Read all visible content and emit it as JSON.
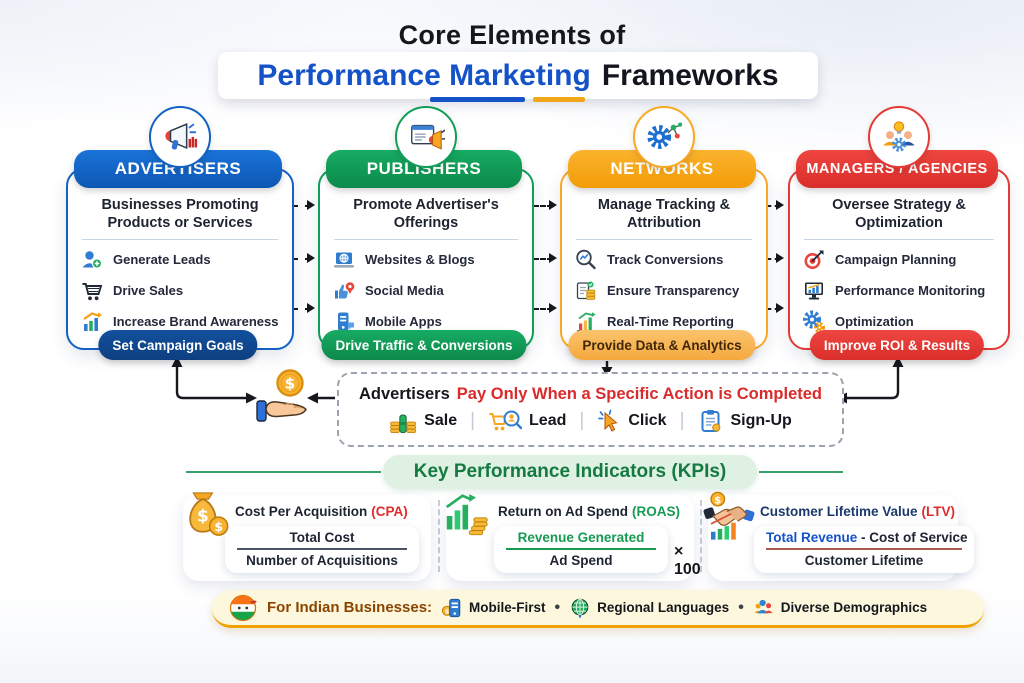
{
  "title": {
    "line1": "Core Elements of",
    "highlight": "Performance Marketing",
    "rest": "Frameworks"
  },
  "columns": [
    {
      "name": "ADVERTISERS",
      "icon": "megaphone-icon",
      "color": "#1261c4",
      "subtitle": "Businesses Promoting Products or Services",
      "items": [
        {
          "icon": "person-add-icon",
          "label": "Generate Leads"
        },
        {
          "icon": "shopping-cart-icon",
          "label": "Drive Sales"
        },
        {
          "icon": "growth-chart-icon",
          "label": "Increase Brand Awareness"
        }
      ],
      "footer": "Set Campaign Goals"
    },
    {
      "name": "PUBLISHERS",
      "icon": "webpage-megaphone-icon",
      "color": "#0f9d58",
      "subtitle": "Promote Advertiser's Offerings",
      "items": [
        {
          "icon": "laptop-globe-icon",
          "label": "Websites & Blogs"
        },
        {
          "icon": "thumbs-up-pin-icon",
          "label": "Social Media"
        },
        {
          "icon": "mobile-phone-icon",
          "label": "Mobile Apps"
        }
      ],
      "footer": "Drive Traffic & Conversions"
    },
    {
      "name": "NETWORKS",
      "icon": "gear-network-icon",
      "color": "#f9a825",
      "subtitle": "Manage Tracking & Attribution",
      "items": [
        {
          "icon": "magnifier-chart-icon",
          "label": "Track Conversions"
        },
        {
          "icon": "document-coins-icon",
          "label": "Ensure Transparency"
        },
        {
          "icon": "bar-chart-icon",
          "label": "Real-Time Reporting"
        }
      ],
      "footer": "Provide Data & Analytics"
    },
    {
      "name": "MANAGERS / AGENCIES",
      "icon": "team-idea-icon",
      "color": "#e53935",
      "subtitle": "Oversee Strategy & Optimization",
      "items": [
        {
          "icon": "target-dart-icon",
          "label": "Campaign Planning"
        },
        {
          "icon": "monitor-chart-icon",
          "label": "Performance Monitoring"
        },
        {
          "icon": "gears-icon",
          "label": "Optimization"
        }
      ],
      "footer": "Improve ROI & Results"
    }
  ],
  "payment": {
    "prefix": "Advertisers",
    "highlight": "Pay Only When a Specific Action is Completed",
    "separator": "|",
    "actions": [
      {
        "icon": "coins-icon",
        "label": "Sale"
      },
      {
        "icon": "cart-magnifier-icon",
        "label": "Lead"
      },
      {
        "icon": "cursor-click-icon",
        "label": "Click"
      },
      {
        "icon": "signup-clipboard-icon",
        "label": "Sign-Up"
      }
    ]
  },
  "kpi": {
    "heading": "Key Performance Indicators (KPIs)",
    "cards": [
      {
        "icon": "money-bag-icon",
        "title": "Cost Per Acquisition",
        "abbr": "(CPA)",
        "numerator": "Total Cost",
        "denominator": "Number of Acquisitions"
      },
      {
        "icon": "growth-coins-icon",
        "title": "Return on Ad Spend",
        "abbr": "(ROAS)",
        "numerator": "Revenue Generated",
        "denominator": "Ad Spend",
        "multiplier": "× 100"
      },
      {
        "icon": "handshake-icon",
        "title": "Customer Lifetime Value",
        "abbr": "(LTV)",
        "numerator": "Total Revenue",
        "numerator_rest": " - Cost of Service",
        "denominator": "Customer Lifetime"
      }
    ]
  },
  "india": {
    "label": "For Indian Businesses:",
    "dot": "•",
    "items": [
      {
        "icon": "mobile-coin-icon",
        "label": "Mobile-First"
      },
      {
        "icon": "globe-icon",
        "label": "Regional Languages"
      },
      {
        "icon": "people-group-icon",
        "label": "Diverse Demographics"
      }
    ]
  },
  "colors": {
    "advertisers_blue": "#1261c4",
    "advertisers_footer": "#0d47a1",
    "publishers_green": "#0f9d58",
    "networks_orange": "#f9a825",
    "networks_footer_bg": "#f8bc63",
    "managers_red": "#e53935",
    "title_blue": "#1552c8",
    "title_underline_orange": "#f2a71b",
    "payment_red": "#d92b2b",
    "kpi_green": "#157a42",
    "cpa_red": "#e02b2b",
    "roas_green": "#169b52",
    "ltv_navy": "#1b3a6b",
    "ltv_red": "#e02b2b",
    "india_brown": "#8a4500",
    "india_border": "#f0a202"
  }
}
